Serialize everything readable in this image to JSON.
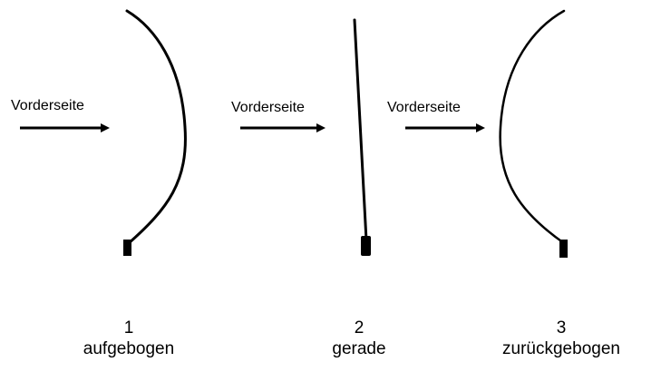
{
  "panels": [
    {
      "number": "1",
      "label": "aufgebogen",
      "arrow_label": "Vorderseite"
    },
    {
      "number": "2",
      "label": "gerade",
      "arrow_label": "Vorderseite"
    },
    {
      "number": "3",
      "label": "zurückgebogen",
      "arrow_label": "Vorderseite"
    }
  ],
  "colors": {
    "ink": "#000000",
    "background": "#ffffff"
  }
}
